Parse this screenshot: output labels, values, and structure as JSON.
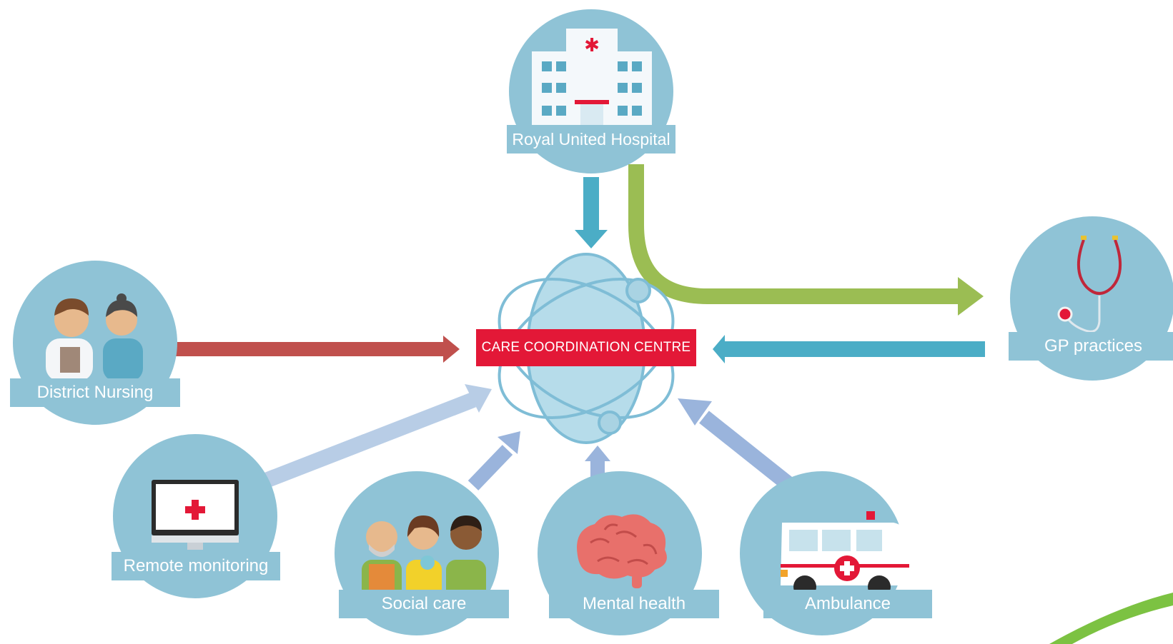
{
  "centre": {
    "label": "CARE COORDINATION CENTRE"
  },
  "nodes": {
    "hospital": {
      "label": "Royal United Hospital"
    },
    "gp": {
      "label": "GP practices"
    },
    "district_nursing": {
      "label": "District Nursing"
    },
    "remote_monitoring": {
      "label": "Remote monitoring"
    },
    "social_care": {
      "label": "Social care"
    },
    "mental_health": {
      "label": "Mental health"
    },
    "ambulance": {
      "label": "Ambulance"
    }
  },
  "colors": {
    "node_circle": "#8fc3d6",
    "label_band": "#8fc3d6",
    "centre_red": "#e31837",
    "arrow_blue": "#4badc6",
    "arrow_green": "#9bbd53",
    "arrow_red": "#c0504d",
    "arrow_light": "#b8cde6",
    "arrow_mid": "#9ab4dc",
    "atom_fill": "#b6dcea",
    "atom_stroke": "#7fbdd6"
  }
}
